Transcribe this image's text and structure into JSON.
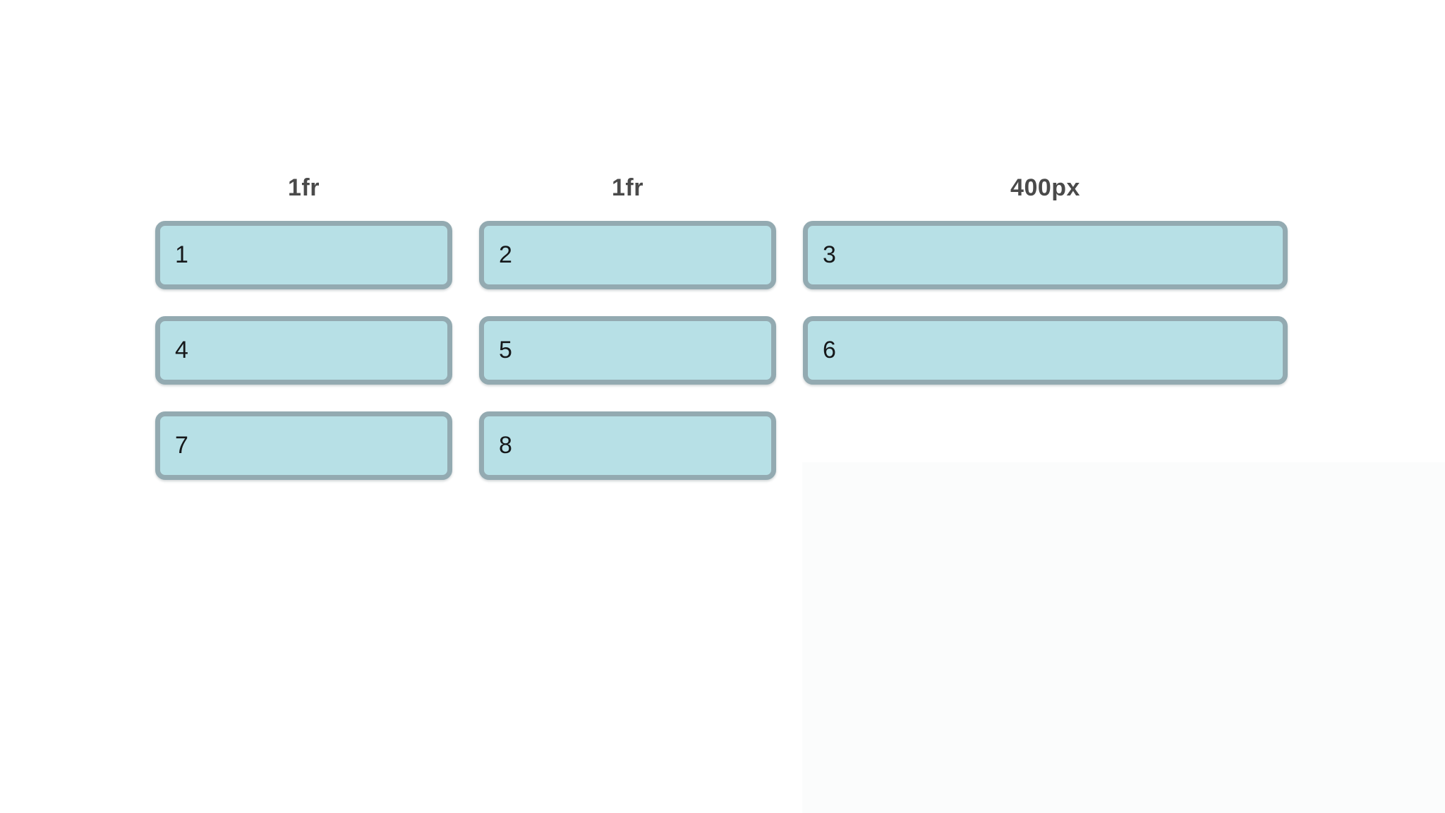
{
  "page": {
    "background": "#ffffff"
  },
  "grid_demo": {
    "column_headers": [
      {
        "label": "1fr"
      },
      {
        "label": "1fr"
      },
      {
        "label": "400px"
      }
    ],
    "items": [
      {
        "label": "1"
      },
      {
        "label": "2"
      },
      {
        "label": "3"
      },
      {
        "label": "4"
      },
      {
        "label": "5"
      },
      {
        "label": "6"
      },
      {
        "label": "7"
      },
      {
        "label": "8"
      }
    ],
    "colors": {
      "box_fill": "#b7e0e6",
      "box_border": "#93aab1",
      "header_text": "#4a4a4a",
      "item_text": "#16181a",
      "panel_tint": "#fbfcfc"
    }
  }
}
